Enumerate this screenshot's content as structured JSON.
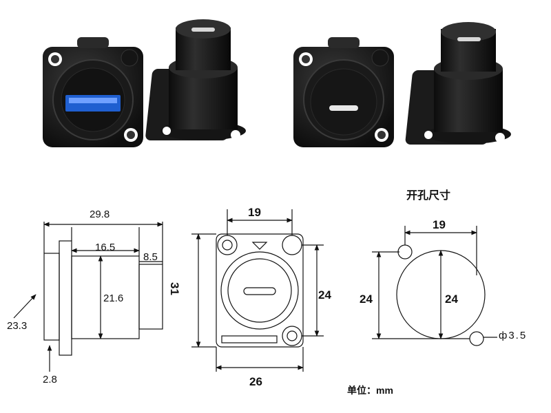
{
  "side_view": {
    "overall_length": "29.8",
    "body_length": "16.5",
    "tail_length": "8.5",
    "body_diameter": "21.6",
    "flange_height": "23.3",
    "flange_thickness": "2.8"
  },
  "front_view": {
    "hole_spacing": "19",
    "height": "31",
    "vertical_spacing": "24",
    "width": "26"
  },
  "panel_cutout": {
    "title": "开孔尺寸",
    "hole_spacing": "19",
    "vertical_spacing": "24",
    "circle_diameter": "24",
    "mount_hole": "ф3.5"
  },
  "unit_label": "单位：mm",
  "colors": {
    "connector_body": "#1b1b1b",
    "usb_blue": "#1f5fd0",
    "line": "#111111"
  },
  "icons": [
    "usb-a-connector-photo",
    "usb-c-connector-photo"
  ]
}
